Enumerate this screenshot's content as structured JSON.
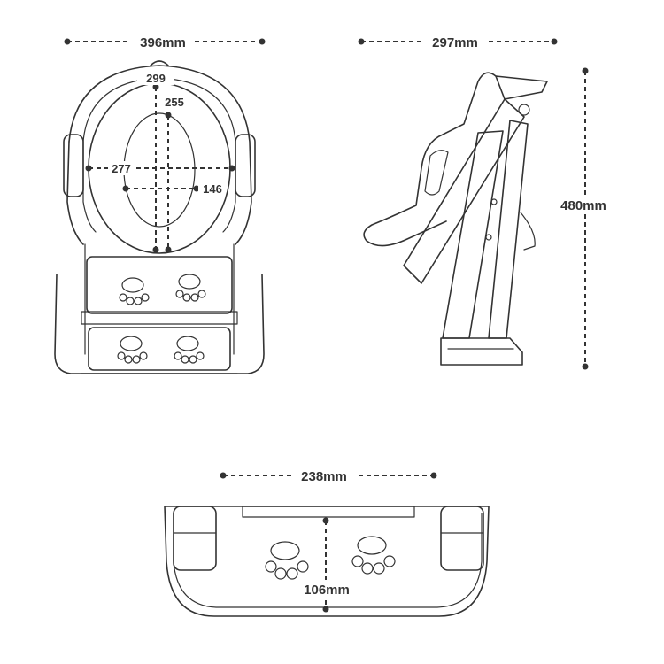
{
  "colors": {
    "line": "#333333",
    "background": "#ffffff"
  },
  "dimensions": {
    "front_width": "396mm",
    "side_depth": "297mm",
    "side_height": "480mm",
    "step_width": "238mm",
    "step_depth": "106mm",
    "seat_outer": "299",
    "seat_inner_length": "255",
    "seat_outer_width": "277",
    "seat_inner_width": "146"
  },
  "icons": [
    "paw-print-icon"
  ]
}
